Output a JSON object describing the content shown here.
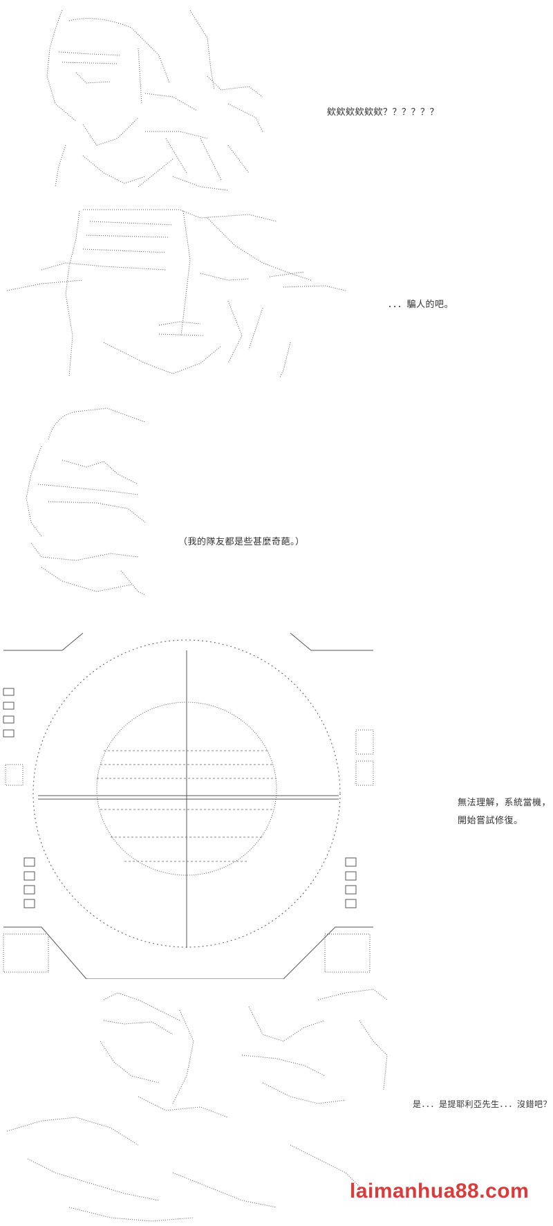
{
  "panels": [
    {
      "caption": "欸欸欸欸欸欸？？？？？？"
    },
    {
      "caption": "．．．騙人的吧。"
    },
    {
      "caption": "（我的隊友都是些甚麼奇葩。）"
    },
    {
      "caption_line1": "無法理解，系統當機，",
      "caption_line2": "開始嘗試修復。"
    },
    {
      "caption": "是．．．是提耶利亞先生．．．沒錯吧？"
    }
  ],
  "watermark": "laimanhua88.com",
  "colors": {
    "line_art": "#555555",
    "caption_text": "#333333",
    "watermark": "#d93b3b"
  }
}
